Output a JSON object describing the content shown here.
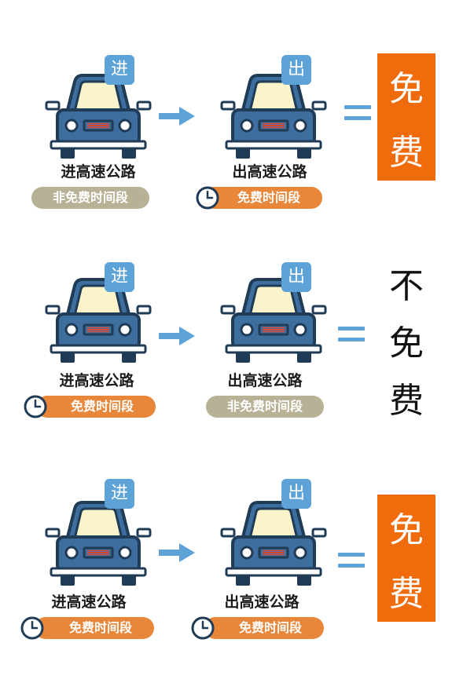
{
  "colors": {
    "car_body": "#3d6e9e",
    "outline": "#1f3b55",
    "window": "#fbf3c9",
    "badge": "#5da3d8",
    "free_pill": "#e8863a",
    "nonfree_pill": "#b7b196",
    "result_free_bg": "#f06b0c",
    "equals": "#5da3d8"
  },
  "scenarios": [
    {
      "entry": {
        "badge": "进",
        "label": "进高速公路",
        "period": "非免费时间段",
        "period_free": false
      },
      "exit": {
        "badge": "出",
        "label": "出高速公路",
        "period": "免费时间段",
        "period_free": true
      },
      "result": {
        "chars": [
          "免",
          "费"
        ],
        "highlight": true
      }
    },
    {
      "entry": {
        "badge": "进",
        "label": "进高速公路",
        "period": "免费时间段",
        "period_free": true
      },
      "exit": {
        "badge": "出",
        "label": "出高速公路",
        "period": "非免费时间段",
        "period_free": false
      },
      "result": {
        "chars": [
          "不",
          "免",
          "费"
        ],
        "highlight": false
      }
    },
    {
      "entry": {
        "badge": "进",
        "label": "进高速公路",
        "period": "免费时间段",
        "period_free": true
      },
      "exit": {
        "badge": "出",
        "label": "出高速公路",
        "period": "免费时间段",
        "period_free": true
      },
      "result": {
        "chars": [
          "免",
          "费"
        ],
        "highlight": true
      }
    }
  ]
}
